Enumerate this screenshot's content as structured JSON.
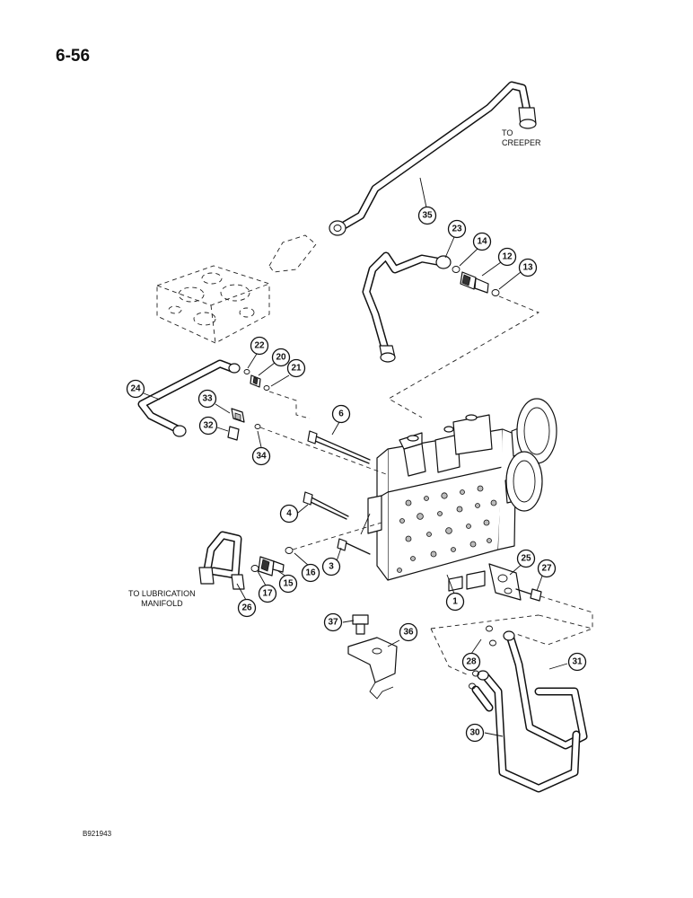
{
  "page_number": "6-56",
  "figure_code": "B921943",
  "notes": {
    "to_creeper": [
      "TO",
      "CREEPER"
    ],
    "to_lubrication_manifold": [
      "TO LUBRICATION",
      "MANIFOLD"
    ]
  },
  "callouts": [
    "35",
    "23",
    "14",
    "12",
    "13",
    "22",
    "20",
    "21",
    "24",
    "33",
    "32",
    "34",
    "6",
    "4",
    "3",
    "16",
    "15",
    "17",
    "26",
    "1",
    "25",
    "27",
    "37",
    "36",
    "28",
    "31",
    "30"
  ]
}
